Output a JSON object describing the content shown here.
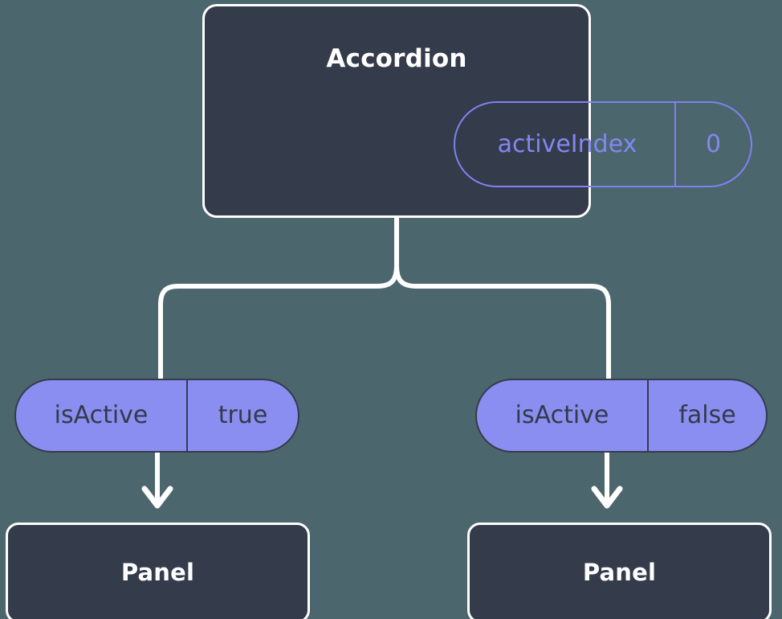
{
  "colors": {
    "background": "#4c666e",
    "card_fill": "#343b4b",
    "card_stroke": "#ffffff",
    "pill_fill": "#8a8ef1",
    "pill_stroke": "#343b4b",
    "pill_text": "#333a49",
    "chip_stroke": "#7f82ee",
    "chip_text": "#8387f0",
    "connector": "#ffffff"
  },
  "diagram": {
    "type": "component-tree",
    "root": {
      "title": "Accordion",
      "state_chip": {
        "key": "activeIndex",
        "value": "0"
      }
    },
    "branches": [
      {
        "side": "left",
        "prop": {
          "key": "isActive",
          "value": "true"
        },
        "child": {
          "title": "Panel"
        }
      },
      {
        "side": "right",
        "prop": {
          "key": "isActive",
          "value": "false"
        },
        "child": {
          "title": "Panel"
        }
      }
    ]
  }
}
